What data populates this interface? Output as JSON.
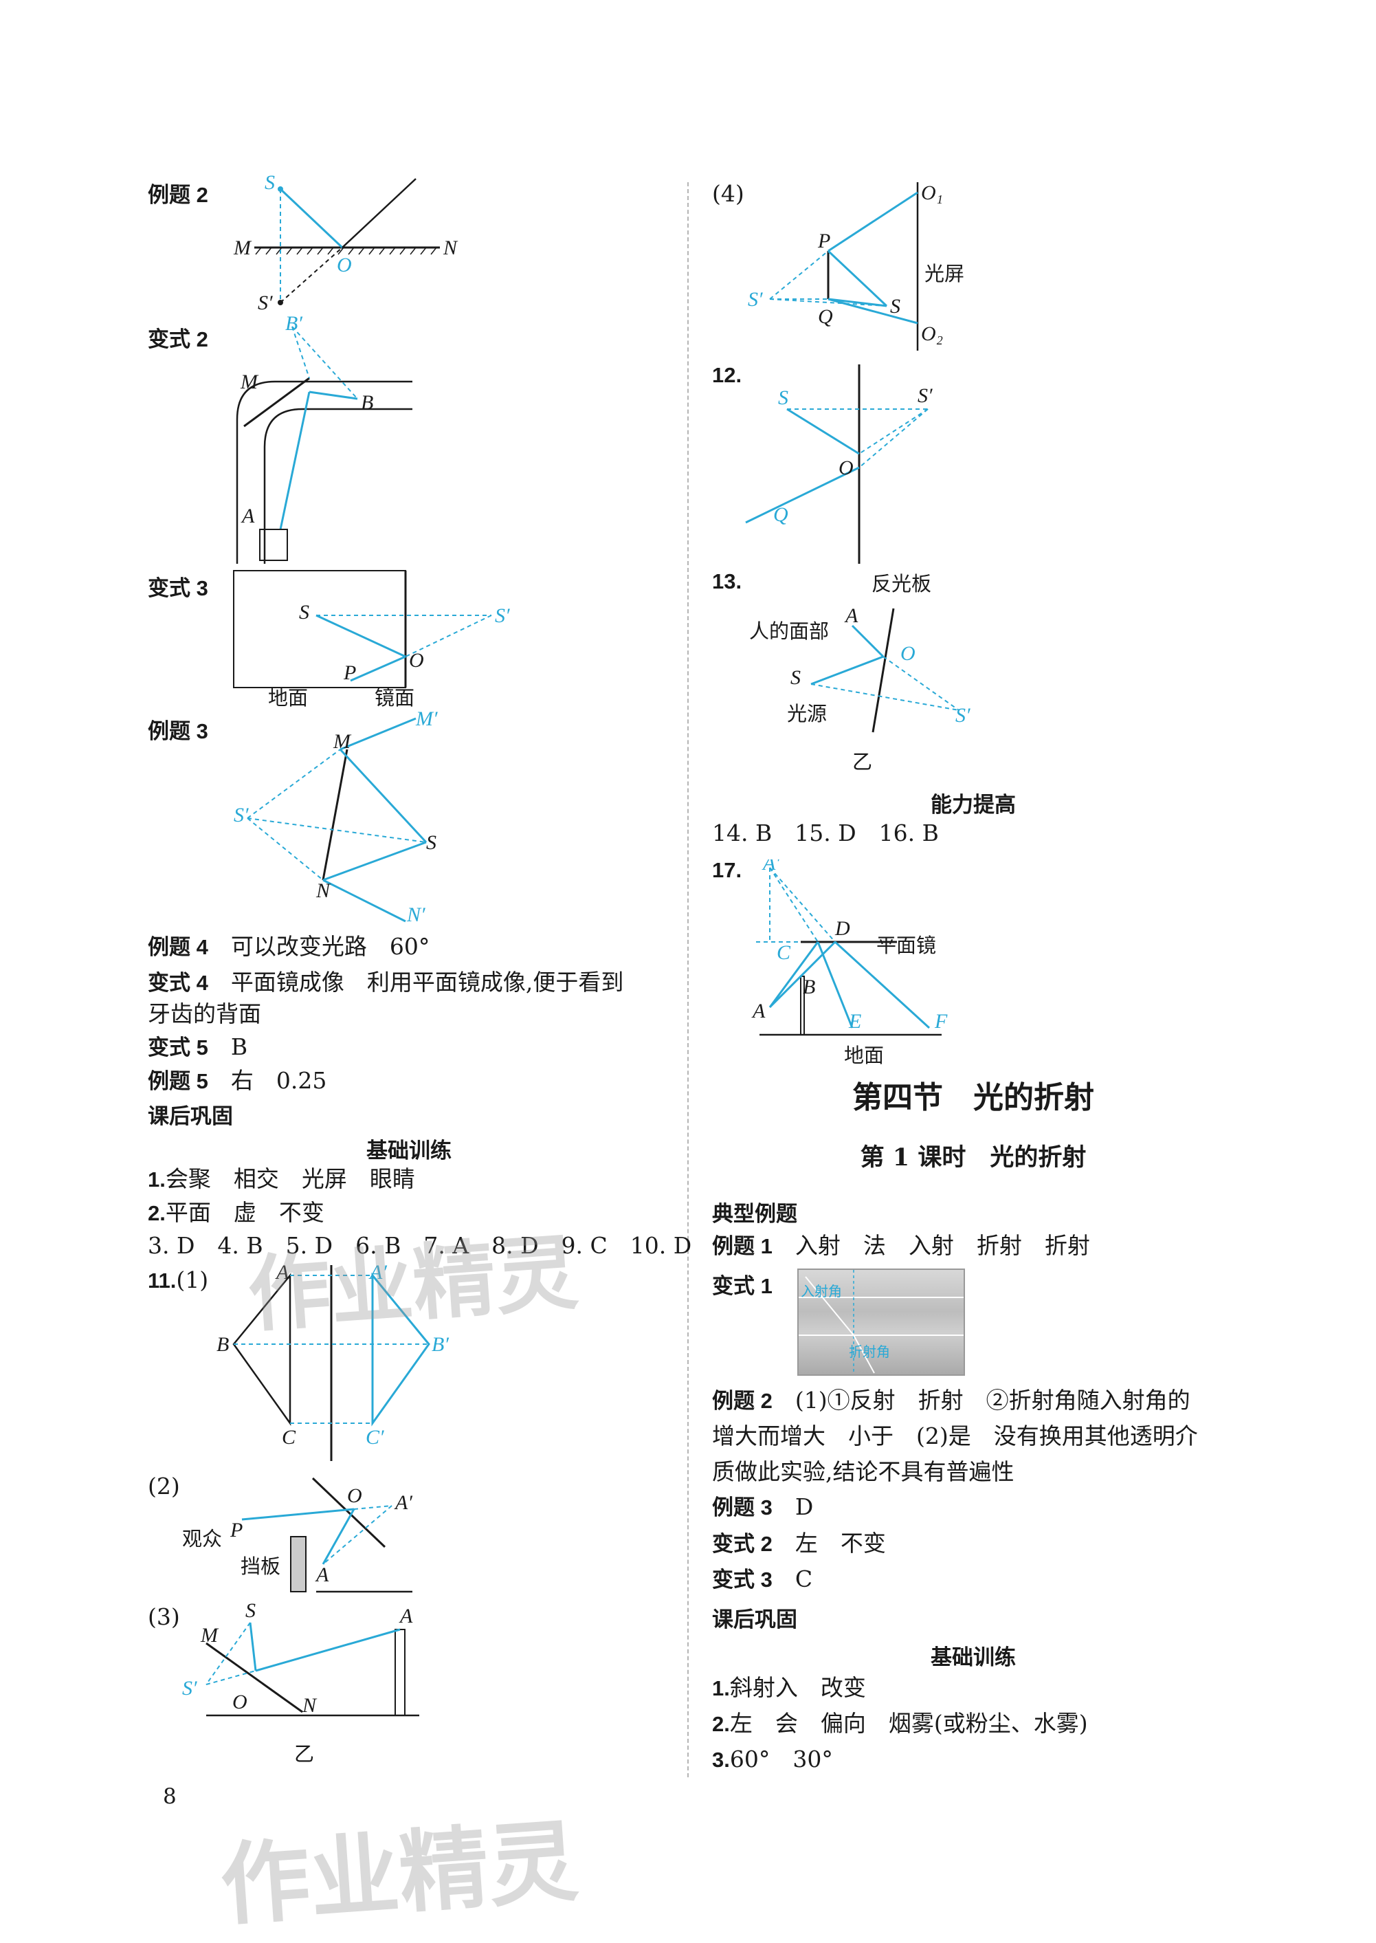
{
  "page_number": "8",
  "watermark": "作业精灵",
  "left": {
    "ex2_label": "例题 2",
    "var2_label": "变式 2",
    "var3_label": "变式 3",
    "var3_ground": "地面",
    "var3_mirror": "镜面",
    "ex3_label": "例题 3",
    "ex4": {
      "label": "例题 4",
      "text": "可以改变光路　60°"
    },
    "var4": {
      "label": "变式 4",
      "text": "平面镜成像　利用平面镜成像,便于看到",
      "cont": "牙齿的背面"
    },
    "var5": {
      "label": "变式 5",
      "text": "B"
    },
    "ex5": {
      "label": "例题 5",
      "text": "右　0.25"
    },
    "after_class": "课后巩固",
    "basic": "基础训练",
    "q1": {
      "num": "1.",
      "text": "会聚　相交　光屏　眼睛"
    },
    "q2": {
      "num": "2.",
      "text": "平面　虚　不变"
    },
    "q3_10": "3. D　4. B　5. D　6. B　7. A　8. D　9. C　10. D",
    "q11": {
      "num": "11.",
      "part1": "(1)",
      "part2": "(2)",
      "part3": "(3)"
    },
    "audience": "观众",
    "baffle": "挡板",
    "yi": "乙"
  },
  "right": {
    "part4": "(4)",
    "screen": "光屏",
    "q12": "12.",
    "q13": "13.",
    "reflector": "反光板",
    "face": "人的面部",
    "light_source": "光源",
    "yi": "乙",
    "ability": "能力提高",
    "q14_16": "14. B　15. D　16. B",
    "q17": "17.",
    "plane_mirror": "平面镜",
    "ground": "地面",
    "chapter": "第四节　光的折射",
    "lesson": "第 1 课时　光的折射",
    "typical": "典型例题",
    "ex1": {
      "label": "例题 1",
      "text": "入射　法　入射　折射　折射"
    },
    "var1_label": "变式 1",
    "photo_incident": "入射角",
    "photo_refract": "折射角",
    "ex2": {
      "label": "例题 2",
      "line1": "(1)①反射　折射　②折射角随入射角的",
      "line2": "增大而增大　小于　(2)是　没有换用其他透明介",
      "line3": "质做此实验,结论不具有普遍性"
    },
    "ex3": {
      "label": "例题 3",
      "text": "D"
    },
    "var2": {
      "label": "变式 2",
      "text": "左　不变"
    },
    "var3": {
      "label": "变式 3",
      "text": "C"
    },
    "after_class": "课后巩固",
    "basic": "基础训练",
    "q1": {
      "num": "1.",
      "text": "斜射入　改变"
    },
    "q2": {
      "num": "2.",
      "text": "左　会　偏向　烟雾(或粉尘、水雾)"
    },
    "q3": {
      "num": "3.",
      "text": "60°　30°"
    }
  },
  "colors": {
    "ray": "#29a9d6",
    "text": "#1a1a1a"
  }
}
